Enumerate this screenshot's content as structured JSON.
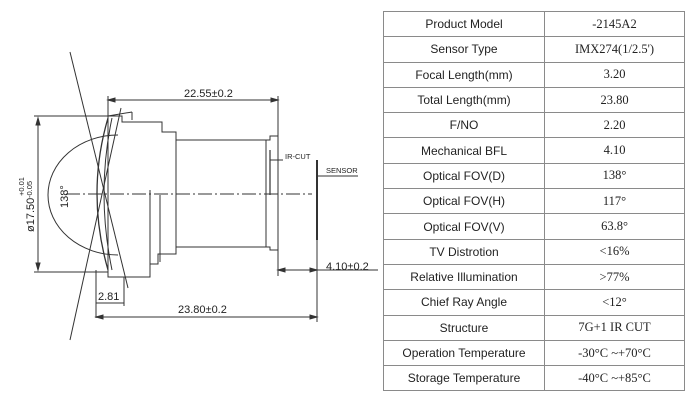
{
  "drawing": {
    "dim_total_length": "23.80±0.2",
    "dim_overall_top": "22.55±0.2",
    "dim_bfl": "4.10±0.2",
    "dim_flange": "2.81",
    "dim_diameter": "ø17.50",
    "dim_diameter_tol_top": "+0.01",
    "dim_diameter_tol_bottom": "-0.05",
    "dim_angle": "138°",
    "label_ir_cut": "IR-CUT",
    "label_sensor": "SENSOR"
  },
  "specs": [
    {
      "label": "Product Model",
      "value": "-2145A2"
    },
    {
      "label": "Sensor Type",
      "value": "IMX274(1/2.5')"
    },
    {
      "label": "Focal Length(mm)",
      "value": "3.20"
    },
    {
      "label": "Total Length(mm)",
      "value": "23.80"
    },
    {
      "label": "F/NO",
      "value": "2.20"
    },
    {
      "label": "Mechanical BFL",
      "value": "4.10"
    },
    {
      "label": "Optical FOV(D)",
      "value": "138°"
    },
    {
      "label": "Optical FOV(H)",
      "value": "117°"
    },
    {
      "label": "Optical FOV(V)",
      "value": "63.8°"
    },
    {
      "label": "TV Distrotion",
      "value": "<16%"
    },
    {
      "label": "Relative Illumination",
      "value": ">77%"
    },
    {
      "label": "Chief Ray Angle",
      "value": "<12°"
    },
    {
      "label": "Structure",
      "value": "7G+1 IR CUT"
    },
    {
      "label": "Operation Temperature",
      "value": "-30°C ~+70°C"
    },
    {
      "label": "Storage Temperature",
      "value": "-40°C ~+85°C"
    }
  ]
}
